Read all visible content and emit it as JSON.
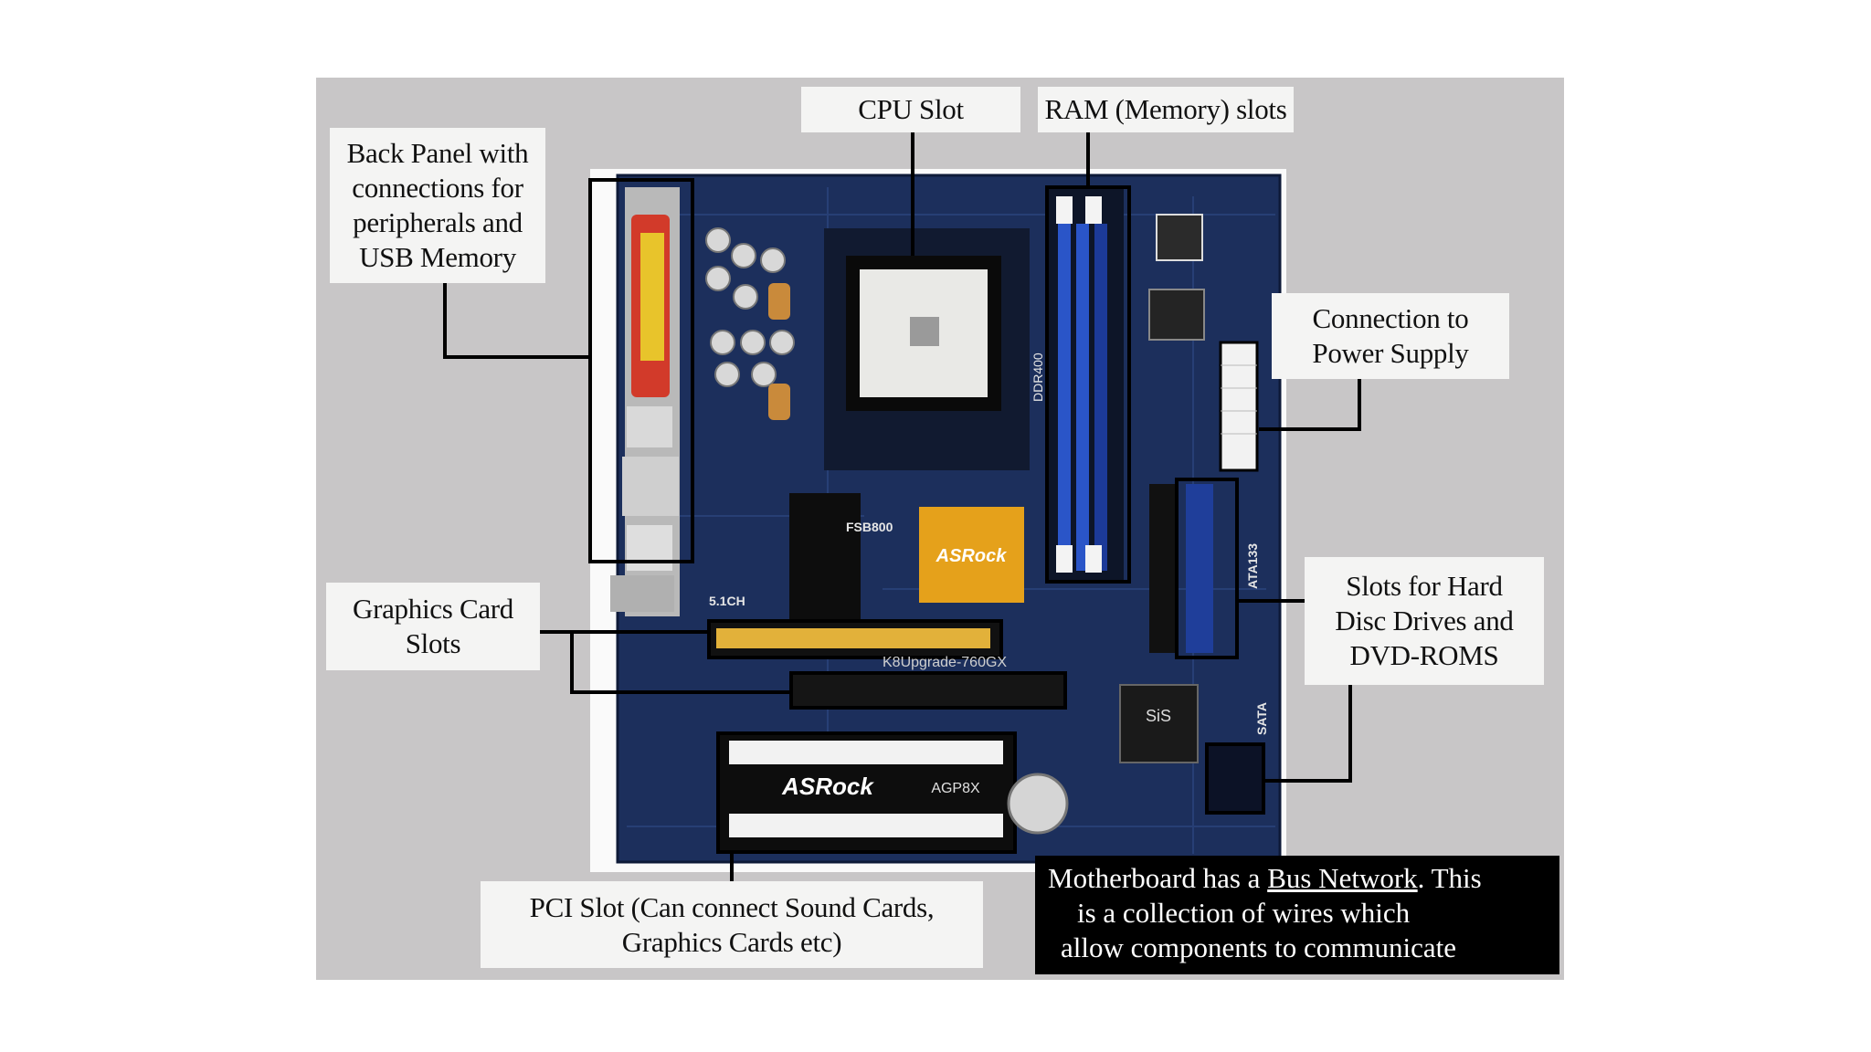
{
  "labels": {
    "back_panel": [
      "Back Panel with",
      "connections for",
      "peripherals and",
      "USB Memory"
    ],
    "cpu_slot": "CPU Slot",
    "ram_slots": "RAM (Memory) slots",
    "power_supply": [
      "Connection to",
      "Power Supply"
    ],
    "graphics_card": [
      "Graphics Card",
      "Slots"
    ],
    "hard_disc": [
      "Slots for Hard",
      "Disc Drives and",
      "DVD-ROMS"
    ],
    "pci_slot": [
      "PCI Slot (Can connect Sound Cards,",
      "Graphics Cards etc)"
    ]
  },
  "bus_note": {
    "prefix": "Motherboard has a ",
    "highlight": "Bus Network",
    "suffix": ". This",
    "line2": "is a collection of wires which",
    "line3": "allow components to communicate"
  },
  "board_text": {
    "brand": "ASRock",
    "agp": "AGP8X",
    "ddr": "DDR400",
    "fsb": "FSB800",
    "ata": "ATA133",
    "sata": "SATA",
    "audio": "5.1CH",
    "model": "K8Upgrade-760GX",
    "sis": "SiS"
  },
  "colors": {
    "background": "#c8c6c7",
    "board": "#1c2f5c",
    "ram_slot": "#2a55c8",
    "agp_slot": "#e2b13a",
    "heatsink": "#e5a11b"
  }
}
